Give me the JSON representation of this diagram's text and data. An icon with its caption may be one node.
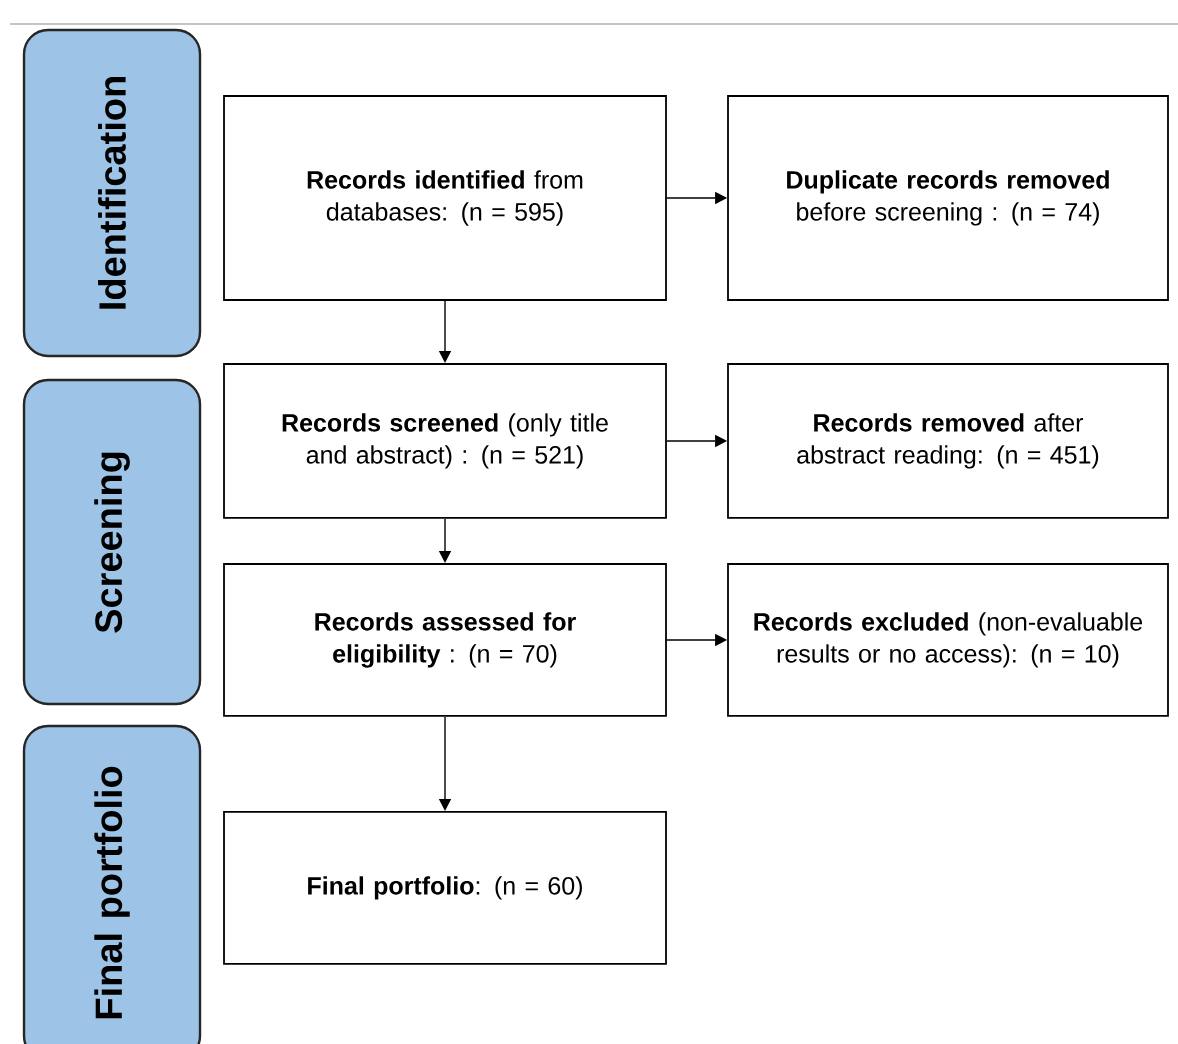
{
  "diagram": {
    "nodes": [
      {
        "text": [
          "Identification"
        ]
      },
      {
        "text": [
          "**Records identified** from databases: (n = 595)"
        ]
      },
      {
        "text": [
          "**Duplicate records removed** before screening : (n = 74)"
        ]
      },
      {
        "text": [
          "Screening"
        ]
      },
      {
        "text": [
          "**Records screened** (only title and abstract) : (n = 521)"
        ]
      },
      {
        "text": [
          "**Records removed** after abstract reading: (n = 451)"
        ]
      },
      {
        "text": [
          "**Records assessed for eligibility** : (n = 70)"
        ]
      },
      {
        "text": [
          "**Records excluded** (non-evaluable results or no access): (n = 10)"
        ]
      },
      {
        "text": [
          "Final portfolio"
        ]
      },
      {
        "text": [
          "**Final portfolio**: (n = 60)"
        ]
      }
    ],
    "edges": [
      {
        "from": 1,
        "to": 2,
        "arrow": "to"
      },
      {
        "from": 1,
        "to": 4,
        "arrow": "to"
      },
      {
        "from": 4,
        "to": 5,
        "arrow": "to"
      },
      {
        "from": 4,
        "to": 6,
        "arrow": "to"
      },
      {
        "from": 6,
        "to": 7,
        "arrow": "to"
      },
      {
        "from": 6,
        "to": 9,
        "arrow": "to"
      }
    ]
  }
}
